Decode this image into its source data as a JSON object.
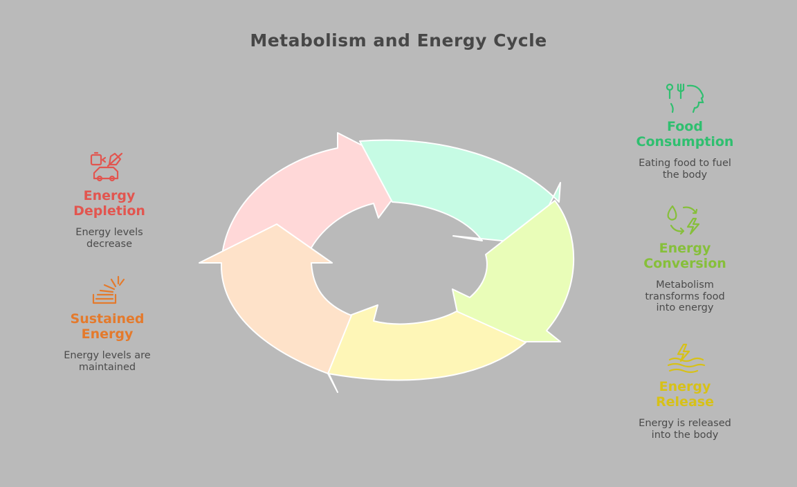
{
  "title": "Metabolism and Energy Cycle",
  "colors": {
    "background": "#bababa",
    "food": "#2fbf6f",
    "conversion": "#86bf3a",
    "release": "#d7c117",
    "sustained": "#e47a2c",
    "depletion": "#e2554f",
    "segment_food": "#c6fbe4",
    "segment_conversion": "#e9fdb8",
    "segment_release": "#fef6b7",
    "segment_sustained": "#fee2c9",
    "segment_depletion": "#ffd8d8"
  },
  "stages": [
    {
      "id": "food",
      "icon": "food-head-icon",
      "title": [
        "Food",
        "Consumption"
      ],
      "desc": [
        "Eating food to fuel",
        "the body"
      ]
    },
    {
      "id": "conversion",
      "icon": "recycle-energy-icon",
      "title": [
        "Energy",
        "Conversion"
      ],
      "desc": [
        "Metabolism",
        "transforms food",
        "into energy"
      ]
    },
    {
      "id": "release",
      "icon": "energy-release-icon",
      "title": [
        "Energy",
        "Release"
      ],
      "desc": [
        "Energy is released",
        "into the body"
      ]
    },
    {
      "id": "sustained",
      "icon": "sustained-energy-icon",
      "title": [
        "Sustained",
        "Energy"
      ],
      "desc": [
        "Energy levels are",
        "maintained"
      ]
    },
    {
      "id": "depletion",
      "icon": "battery-car-icon",
      "title": [
        "Energy",
        "Depletion"
      ],
      "desc": [
        "Energy levels",
        "decrease"
      ]
    }
  ]
}
